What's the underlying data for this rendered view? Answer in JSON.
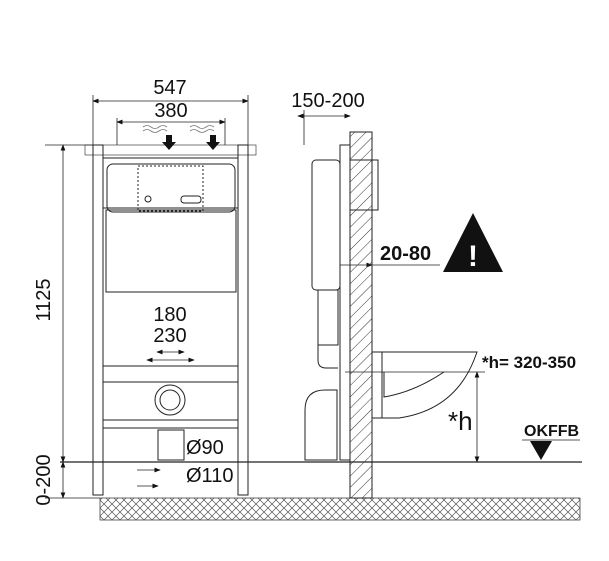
{
  "dimensions": {
    "total_width": "547",
    "flush_width": "380",
    "depth": "150-200",
    "height": "1125",
    "pipe_spacing_1": "180",
    "pipe_spacing_2": "230",
    "pipe_d90": "Ø90",
    "pipe_d110": "Ø110",
    "floor_adjust": "0-200",
    "wall_gap": "20-80",
    "seat_height": "*h= 320-350",
    "h_label": "*h"
  },
  "floor_marker": "OKFFB",
  "warning": "!",
  "colors": {
    "line": "#222222",
    "warning_fill": "#111111"
  }
}
